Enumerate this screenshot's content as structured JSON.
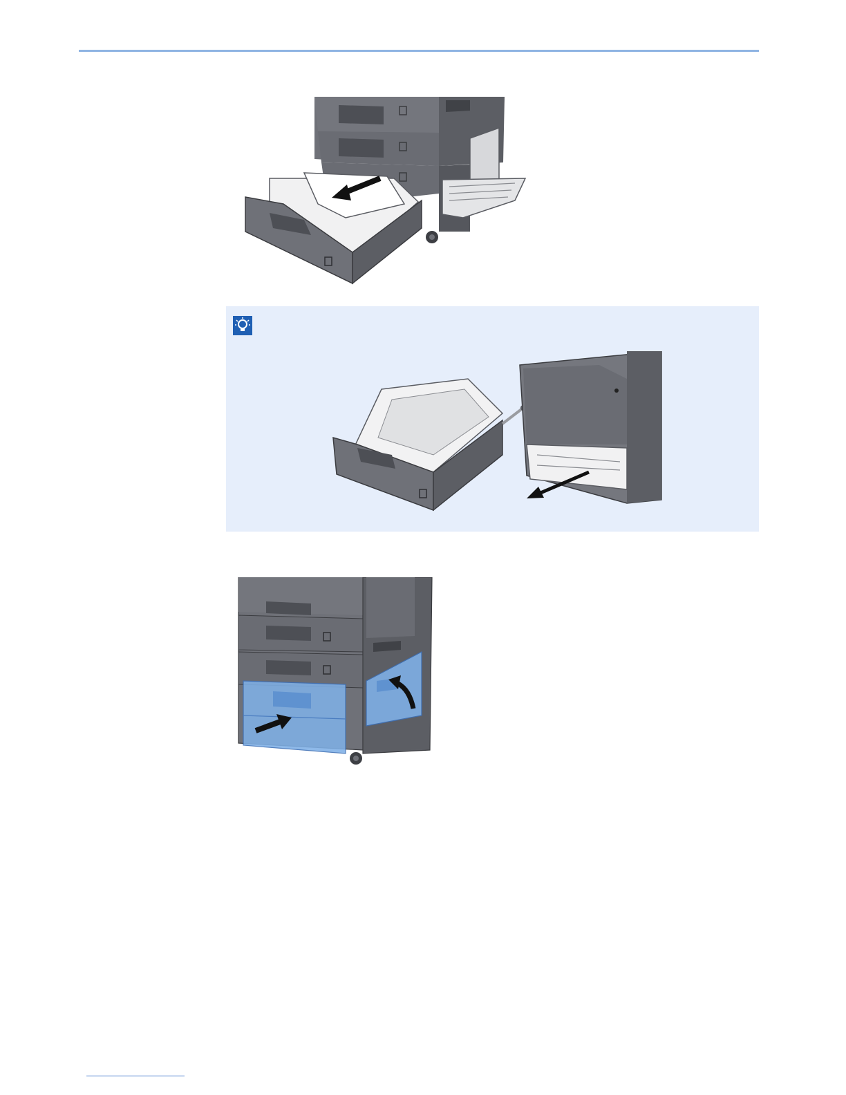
{
  "page": {
    "note": {
      "icon": "note-lightbulb-icon"
    },
    "figures": [
      {
        "id": "remove-jammed-paper-from-cassette",
        "arrows": [
          "pull-arrow-icon"
        ]
      },
      {
        "id": "pull-out-cassette-completely",
        "arrows": [
          "pull-out-arrow-icon"
        ]
      },
      {
        "id": "close-cassette-and-right-cover",
        "arrows": [
          "push-arrow-icon",
          "rotate-close-arrow-icon"
        ],
        "highlight_color": "#7fb0e6"
      }
    ]
  },
  "colors": {
    "rule": "#8fb4e3",
    "note_background": "#e6eefb",
    "machine_body": "#6f7178",
    "machine_dark": "#4d4f55",
    "highlight": "#7fb0e6"
  }
}
